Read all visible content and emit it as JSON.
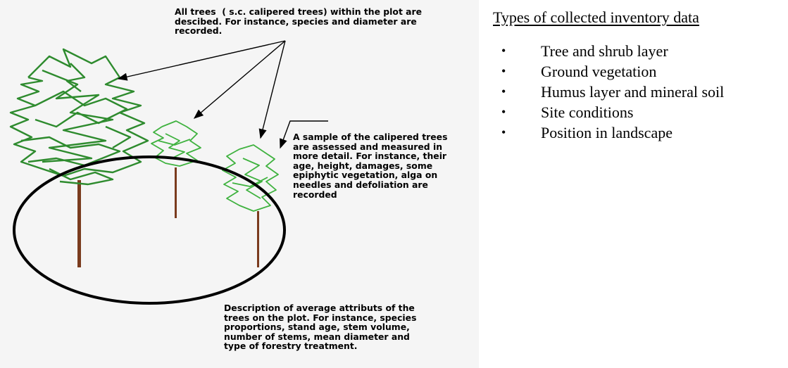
{
  "notes": {
    "all_trees": "All trees  ( s.c. calipered trees) within the plot are\ndescibed. For instance, species and diameter are\nrecorded.",
    "sample": "A sample of the calipered trees\nare assessed and measured in\nmore detail. For instance, their\nage, height, damages, some\nepiphytic vegetation, alga on\nneedles and defoliation are\nrecorded",
    "plot": "Description of average attributs of the\ntrees on the plot. For instance, species\nproportions, stand age, stem volume,\nnumber of stems, mean diameter and\ntype of forestry treatment."
  },
  "panel": {
    "title": "Types of collected inventory data",
    "items": [
      "Tree and shrub layer",
      "Ground vegetation",
      "Humus layer and mineral soil",
      "Site conditions",
      "Position in landscape"
    ]
  },
  "colors": {
    "foliage_dark": "#2e8b2e",
    "foliage_light": "#3fb23f",
    "trunk": "#7a3b1e",
    "plot_outline": "#000000"
  },
  "icons": {
    "bullet": "•"
  }
}
